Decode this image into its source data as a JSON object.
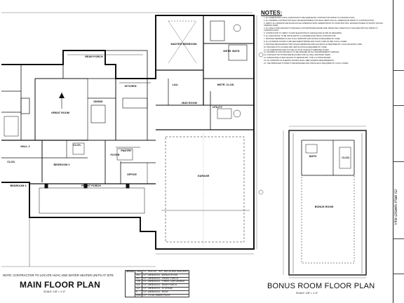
{
  "notes": {
    "title": "NOTES:",
    "items": [
      "1. ALL DIMENSIONS & SITE CONDITIONS TO BE VERIFIED BY CONTRACTOR PRIOR TO CONSTRUCTION.",
      "2. ALL FRAMING CONTRACTOR SHALL BE RESPONSIBLE FOR FIELD VERIFYING ALL DIMENSIONS PRIOR TO CONSTRUCTION.",
      "3. VERIFY ALL WINDOW AND DOOR ROUGH OPENINGS WITH OWNER PRIOR TO CONSTRUCTION. MANUFACTURER TO SUPPLY ROUGH OPENING SIZES.",
      "4. ALL WALLS AND CEILINGS TO RECEIVE GYPSUM BOARD AND BE FIRE TAPED AND OTHER SUCH THAT ARE CRITICAL PRIOR TO CONSTRUCTION.",
      "5. CONTRACTOR TO VERIFY FLOOR ELEVATIONS IN GARAGE AND SLOPE AS REQUIRED.",
      "6. ALL ELECTRICAL TO BE INSTALLED BY A LICENSED ELECTRICAL CONTRACTOR.",
      "7. PROVIDE TEMPERED GLASS IN ALL WINDOWS AND DOORS AS REQUIRED BY CODE.",
      "8. ALL EXTERIOR DOORS TO BE WEATHERSTRIPPED AND SOLID CORE AS PER LOCAL CODES.",
      "9. PROVIDE SMOKE DETECTORS IN EACH BEDROOM AND HALLWAYS AS REQUIRED BY LOCAL BUILDING CODE.",
      "10. PROVIDE ATTIC ACCESS AND VENTILATION AS REQUIRED BY CODE.",
      "11. ALL DIMENSIONS ARE TO FACE OF STUD UNLESS OTHERWISE NOTED.",
      "12. SHOWER FLOOR AND WALLS TO BE FINISHED WITH A NONABSORBENT SURFACE.",
      "13. CONTRACTOR TO PROVIDE BLOCKING FOR ALL WALL MOUNTED ITEMS.",
      "14. GARAGE WALLS AND CEILING TO RECEIVE 5/8\" TYPE X GYPSUM BOARD.",
      "15. ALL WINDOWS IN SLEEPING ROOMS SHALL MEET EGRESS REQUIREMENTS.",
      "16. THE SPRINKLER SYSTEM TO BE DESIGNED AND INSTALLED IF REQUIRED BY LOCAL CODES."
    ]
  },
  "plan_labels": {
    "rear_porch": "REAR PORCH",
    "master_bedroom": "MASTER BEDROOM",
    "master_bath": "MSTR. BATH",
    "great_room": "GREAT ROOM",
    "kitchen": "KITCHEN",
    "dining": "DINING",
    "laundry": "LAU.",
    "master_closet": "MSTR. CLOS.",
    "mud_room": "MUD ROOM",
    "utility": "UTILITY",
    "hall_2": "HALL 2",
    "bedroom_3": "BEDROOM 3",
    "bedroom_2": "BEDROOM 2",
    "foyer": "FOYER",
    "pantry": "PANTRY",
    "office": "OFFICE",
    "front_porch": "FRONT PORCH",
    "garage": "GARAGE",
    "bonus_room": "BONUS ROOM",
    "closet": "CLOS.",
    "bath": "BATH"
  },
  "contractor_note": "NOTE: CONTRACTOR TO LOCATE HVAC AND WATER HEATER UNITS AT SITE",
  "main_title": "MAIN FLOOR PLAN",
  "main_scale": "SCALE: 1/8\" = 1'-0\"",
  "bonus_title": "BONUS ROOM FLOOR PLAN",
  "bonus_scale": "SCALE: 1/8\" = 1'-0\"",
  "areas": {
    "header": "AREAS",
    "rows": [
      [
        "2853",
        "S.F. HEATED - NOT INCLUDING MASONRY"
      ],
      [
        "550",
        "S.F. UNHEATED - BONUS ROOM"
      ],
      [
        "412",
        "S.F. UNHEATED - FRONT PORCH"
      ],
      [
        "728",
        "S.F. UNHEATED - THREE CAR GARAGE"
      ],
      [
        "425",
        "S.F. UNHEATED - REAR PORCH"
      ],
      [
        "112",
        "S.F. UNHEATED - STORAGE"
      ],
      [
        "6",
        "S.F. UNHEATED - ROOF"
      ],
      [
        "5000",
        "S.F. TOTAL UNDER ROOF"
      ]
    ]
  },
  "title_block_text": "Pre-Drawn Plan ID"
}
